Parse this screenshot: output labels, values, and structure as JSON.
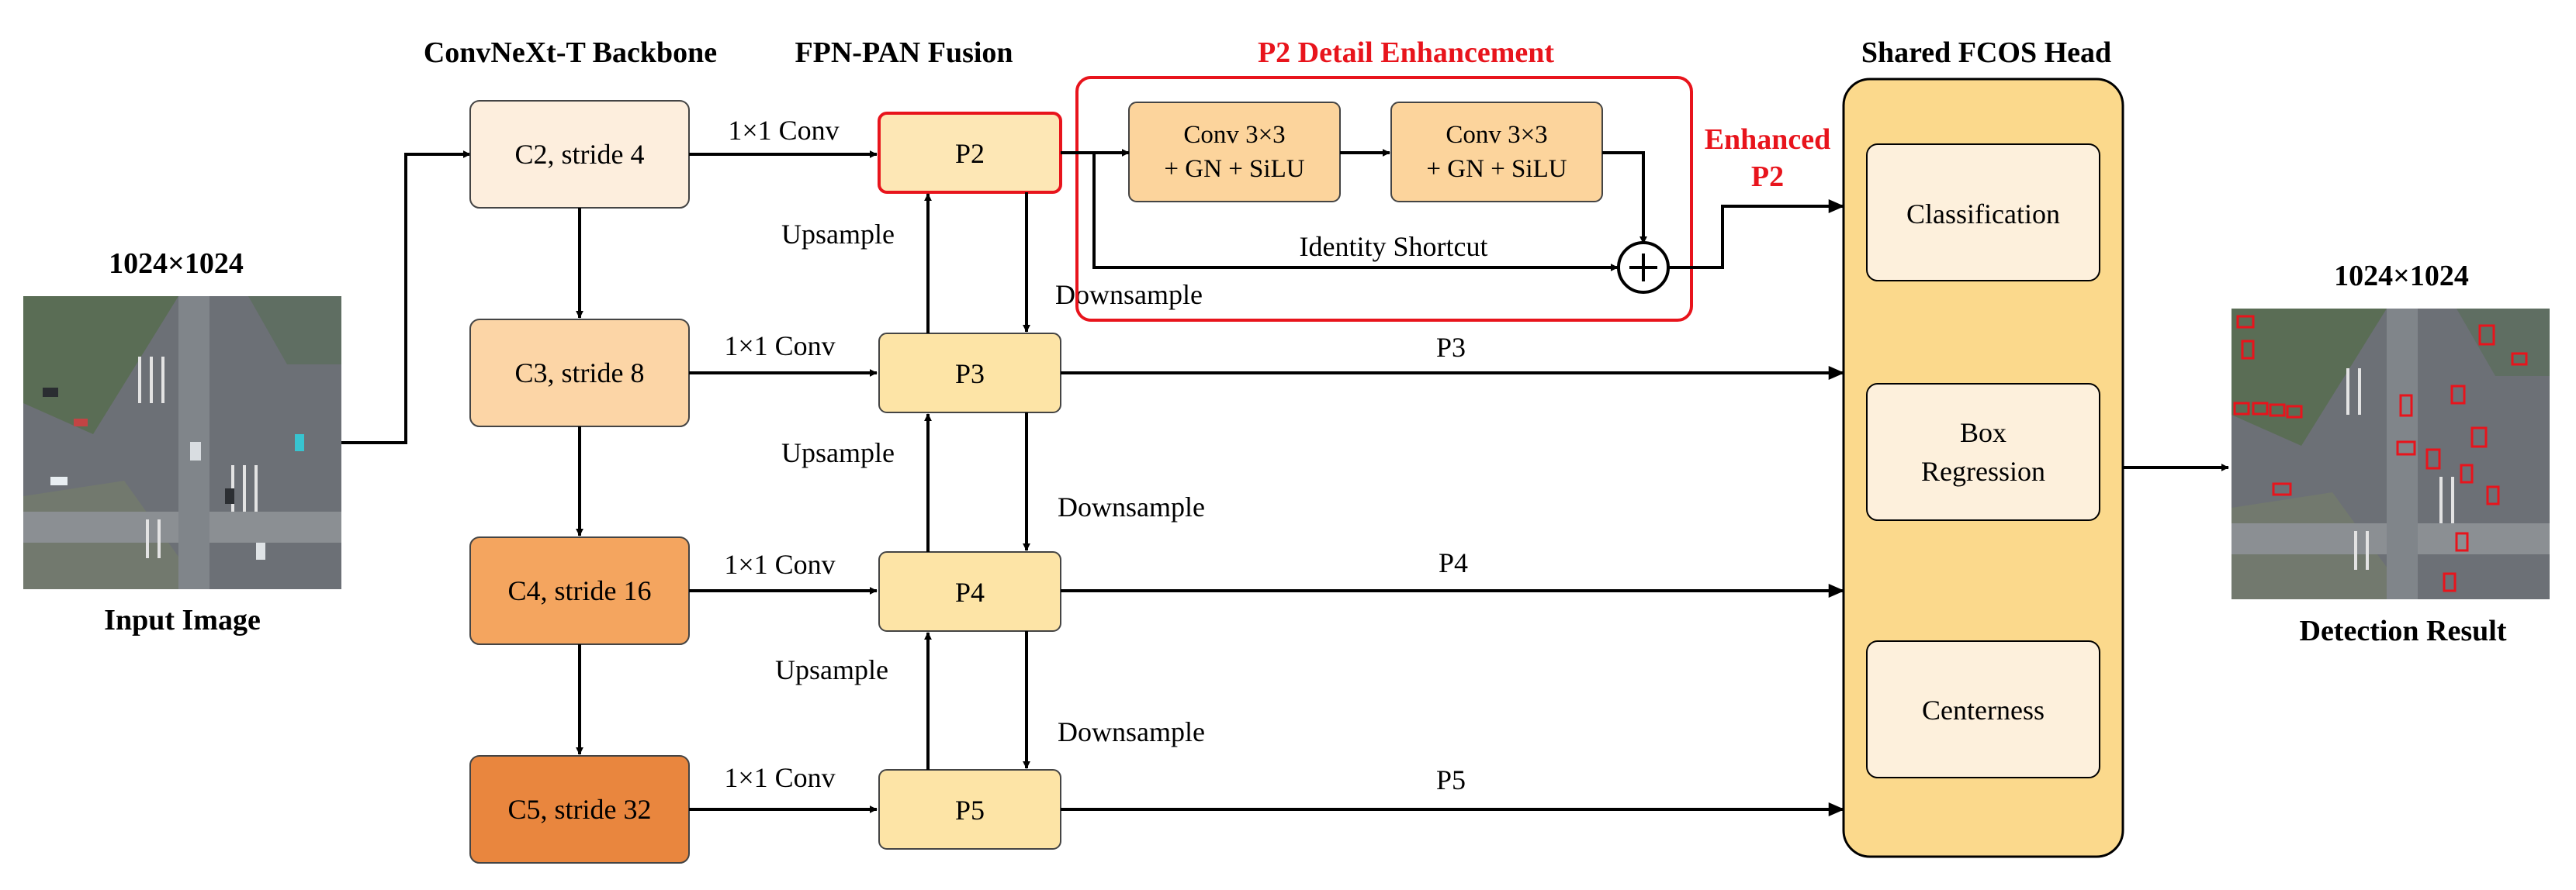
{
  "titles": {
    "backbone": "ConvNeXt-T Backbone",
    "fusion": "FPN-PAN Fusion",
    "enhancement": "P2 Detail Enhancement",
    "head": "Shared FCOS Head"
  },
  "input": {
    "size": "1024×1024",
    "caption": "Input Image"
  },
  "output": {
    "size": "1024×1024",
    "caption": "Detection Result"
  },
  "backbone": {
    "c2": "C2, stride 4",
    "c3": "C3, stride 8",
    "c4": "C4, stride 16",
    "c5": "C5, stride 32"
  },
  "fusion": {
    "p2": "P2",
    "p3": "P3",
    "p4": "P4",
    "p5": "P5"
  },
  "edges": {
    "conv1x1": "1×1 Conv",
    "upsample": "Upsample",
    "downsample": "Downsample",
    "identity": "Identity Shortcut",
    "p3": "P3",
    "p4": "P4",
    "p5": "P5",
    "enhanced_line1": "Enhanced",
    "enhanced_line2": "P2"
  },
  "enhancement": {
    "block1_line1": "Conv 3×3",
    "block1_line2": "+ GN + SiLU",
    "block2_line1": "Conv 3×3",
    "block2_line2": "+ GN + SiLU",
    "add_symbol": "+"
  },
  "head": {
    "cls": "Classification",
    "box_line1": "Box",
    "box_line2": "Regression",
    "ctr": "Centerness"
  },
  "colors": {
    "c2": "#fdeedd",
    "c3": "#fcd5a6",
    "c4": "#f4a55f",
    "c5": "#e9863e",
    "fpn": "#fde4a6",
    "p2_fill": "#fde7b5",
    "enh_block": "#fcd49c",
    "head": "#fbd98c",
    "head_inner": "#fdf0dc",
    "accent_red": "#e8141c"
  }
}
